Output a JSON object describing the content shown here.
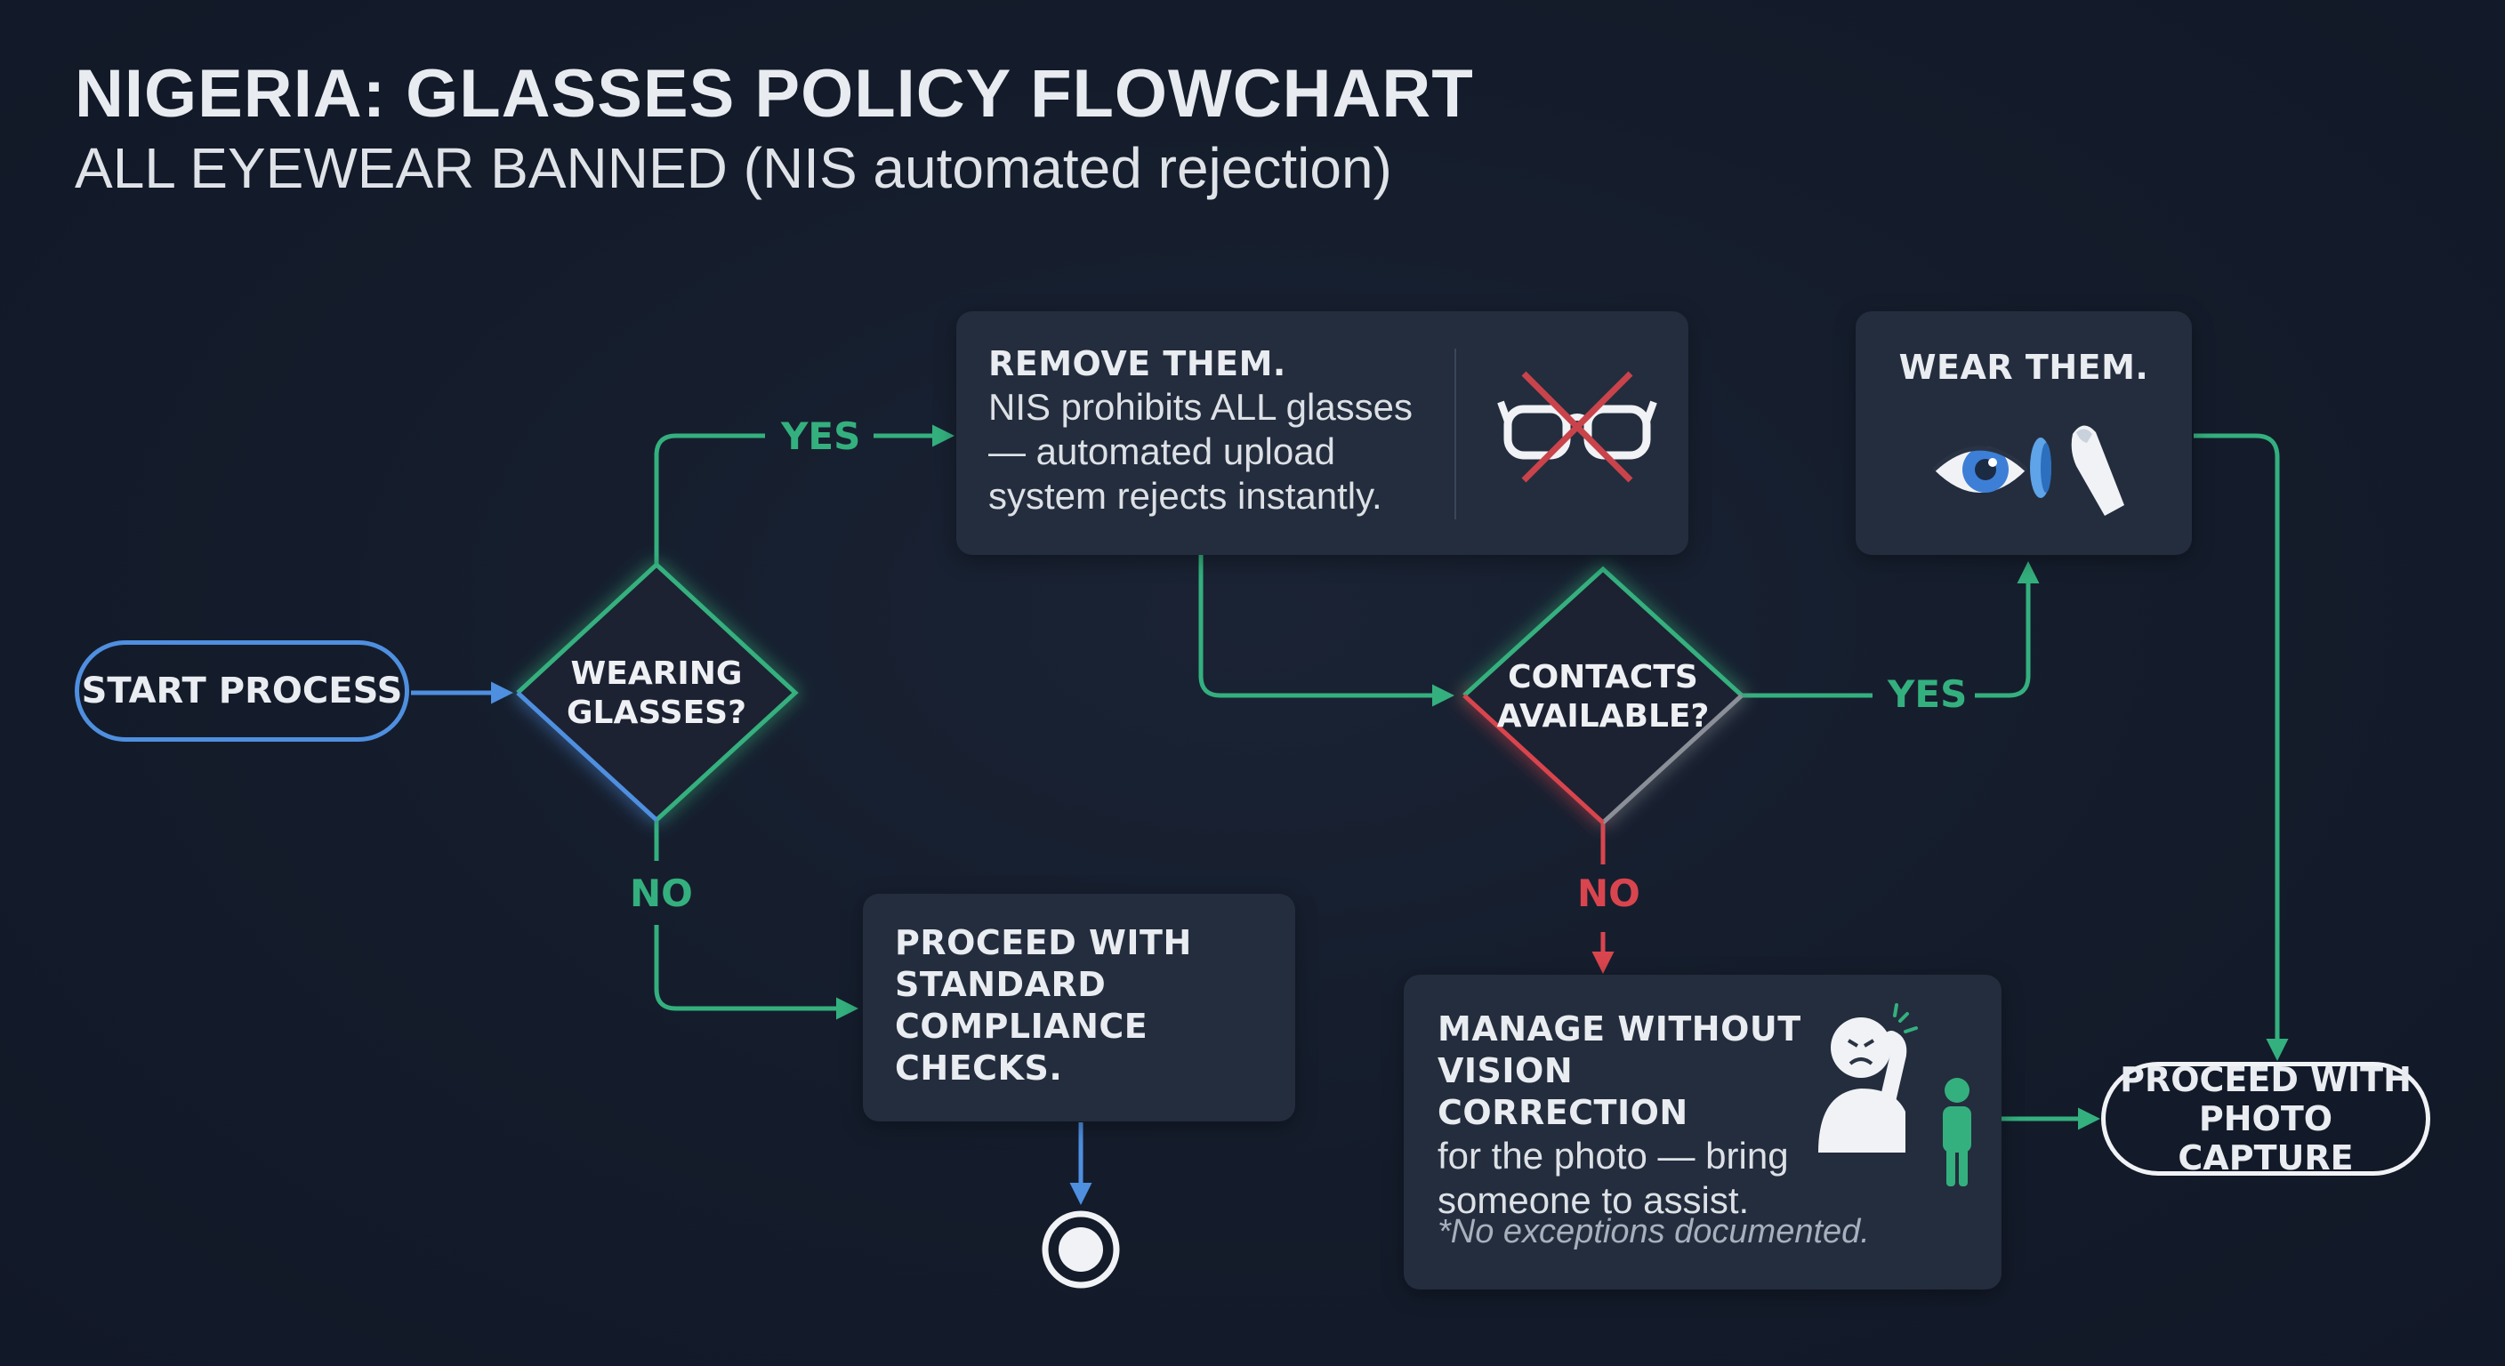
{
  "header": {
    "title": "NIGERIA: GLASSES POLICY FLOWCHART",
    "subtitle": "ALL EYEWEAR BANNED (NIS automated rejection)"
  },
  "nodes": {
    "start": "START PROCESS",
    "decision_glasses": [
      "WEARING",
      "GLASSES?"
    ],
    "remove": {
      "heading": "REMOVE THEM.",
      "body": "NIS prohibits ALL glasses\n— automated upload\nsystem rejects instantly."
    },
    "decision_contacts": [
      "CONTACTS",
      "AVAILABLE?"
    ],
    "wear": {
      "heading": "WEAR THEM."
    },
    "standard": {
      "heading": "PROCEED WITH\nSTANDARD\nCOMPLIANCE\nCHECKS."
    },
    "manage": {
      "heading": "MANAGE WITHOUT\nVISION CORRECTION",
      "body": "for the photo — bring\nsomeone to assist.",
      "note": "*No exceptions documented."
    },
    "photo_capture": "PROCEED WITH\nPHOTO CAPTURE"
  },
  "edges": {
    "glasses_yes": "YES",
    "glasses_no": "NO",
    "contacts_yes": "YES",
    "contacts_no": "NO"
  },
  "icons": {
    "remove": "crossed-out-glasses-icon",
    "wear": "eye-contact-lens-icon",
    "manage": "struggling-person-with-helper-icon",
    "end": "end-node-icon"
  },
  "colors": {
    "background": "#141c2b",
    "box": "#232d3d",
    "blue": "#4f8fe0",
    "green": "#34b07e",
    "red": "#d9454e",
    "white": "#f0f2f5"
  }
}
